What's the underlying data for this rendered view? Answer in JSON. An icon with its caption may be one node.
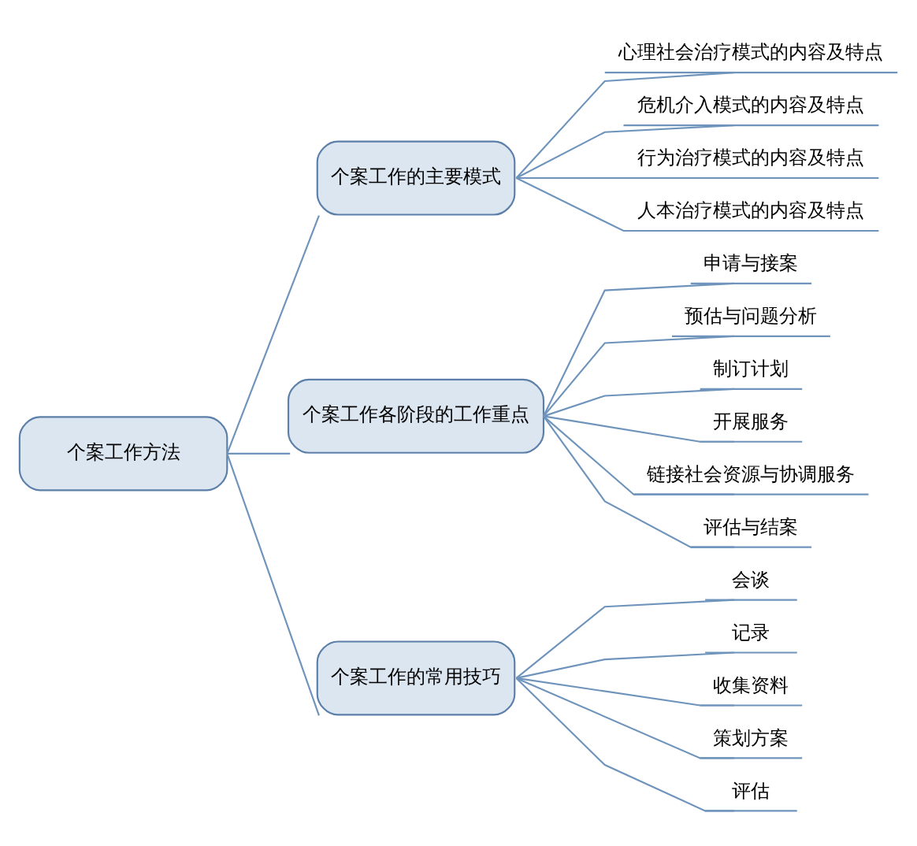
{
  "diagram": {
    "nodes": [
      {
        "text": [
          "个案工作方法"
        ]
      },
      {
        "text": [
          "个案工作的主要模式"
        ]
      },
      {
        "text": [
          "心理社会治疗模式的内容及特点"
        ]
      },
      {
        "text": [
          "危机介入模式的内容及特点"
        ]
      },
      {
        "text": [
          "行为治疗模式的内容及特点"
        ]
      },
      {
        "text": [
          "人本治疗模式的内容及特点"
        ]
      },
      {
        "text": [
          "个案工作各阶段的工作重点"
        ]
      },
      {
        "text": [
          "申请与接案"
        ]
      },
      {
        "text": [
          "预估与问题分析"
        ]
      },
      {
        "text": [
          "制订计划"
        ]
      },
      {
        "text": [
          "开展服务"
        ]
      },
      {
        "text": [
          "链接社会资源与协调服务"
        ]
      },
      {
        "text": [
          "评估与结案"
        ]
      },
      {
        "text": [
          "个案工作的常用技巧"
        ]
      },
      {
        "text": [
          "会谈"
        ]
      },
      {
        "text": [
          "记录"
        ]
      },
      {
        "text": [
          "收集资料"
        ]
      },
      {
        "text": [
          "策划方案"
        ]
      },
      {
        "text": [
          "评估"
        ]
      }
    ],
    "edges": [
      {
        "from": 0,
        "to": 1,
        "arrow": "none"
      },
      {
        "from": 1,
        "to": 2,
        "arrow": "none"
      },
      {
        "from": 1,
        "to": 3,
        "arrow": "none"
      },
      {
        "from": 1,
        "to": 4,
        "arrow": "none"
      },
      {
        "from": 1,
        "to": 5,
        "arrow": "none"
      },
      {
        "from": 0,
        "to": 6,
        "arrow": "none"
      },
      {
        "from": 6,
        "to": 7,
        "arrow": "none"
      },
      {
        "from": 6,
        "to": 8,
        "arrow": "none"
      },
      {
        "from": 6,
        "to": 9,
        "arrow": "none"
      },
      {
        "from": 6,
        "to": 10,
        "arrow": "none"
      },
      {
        "from": 6,
        "to": 11,
        "arrow": "none"
      },
      {
        "from": 6,
        "to": 12,
        "arrow": "none"
      },
      {
        "from": 0,
        "to": 13,
        "arrow": "none"
      },
      {
        "from": 13,
        "to": 14,
        "arrow": "none"
      },
      {
        "from": 13,
        "to": 15,
        "arrow": "none"
      },
      {
        "from": 13,
        "to": 16,
        "arrow": "none"
      },
      {
        "from": 13,
        "to": 17,
        "arrow": "none"
      },
      {
        "from": 13,
        "to": 18,
        "arrow": "none"
      }
    ]
  }
}
